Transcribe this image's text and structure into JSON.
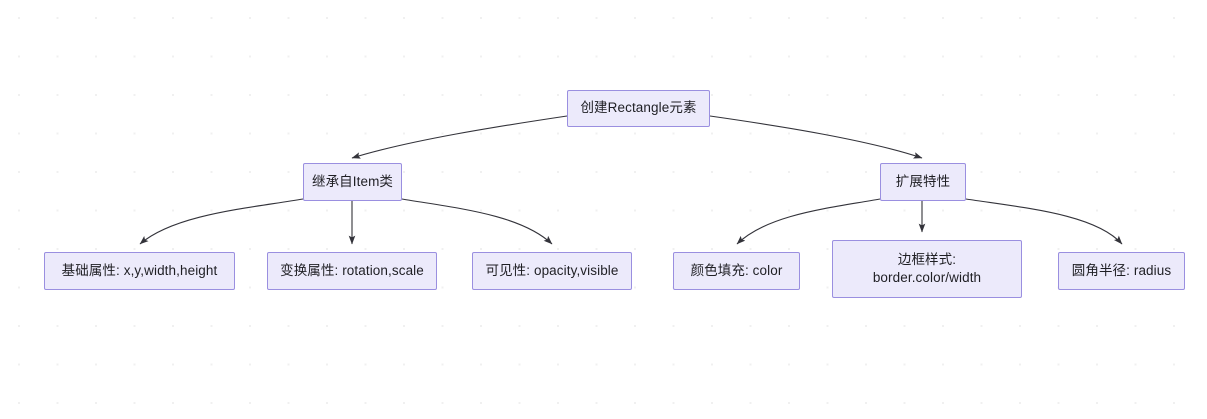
{
  "diagram": {
    "type": "flowchart-tree",
    "direction": "top-down",
    "nodes": {
      "root": {
        "label": "创建Rectangle元素"
      },
      "inherit": {
        "label": "继承自Item类"
      },
      "extend": {
        "label": "扩展特性"
      },
      "base_props": {
        "label": "基础属性: x,y,width,height"
      },
      "transform_props": {
        "label": "变换属性: rotation,scale"
      },
      "visibility_props": {
        "label": "可见性: opacity,visible"
      },
      "color_fill": {
        "label": "颜色填充: color"
      },
      "border_style": {
        "line1": "边框样式:",
        "line2": "border.color/width"
      },
      "corner_radius": {
        "label": "圆角半径: radius"
      }
    },
    "edges": [
      {
        "from": "root",
        "to": "inherit"
      },
      {
        "from": "root",
        "to": "extend"
      },
      {
        "from": "inherit",
        "to": "base_props"
      },
      {
        "from": "inherit",
        "to": "transform_props"
      },
      {
        "from": "inherit",
        "to": "visibility_props"
      },
      {
        "from": "extend",
        "to": "color_fill"
      },
      {
        "from": "extend",
        "to": "border_style"
      },
      {
        "from": "extend",
        "to": "corner_radius"
      }
    ],
    "colors": {
      "node_fill": "#ECEAFB",
      "node_border": "#9A8FE0",
      "edge_line": "#33333a",
      "text": "#1f1f24",
      "background": "#ffffff",
      "grid_dot": "#f0f0f0"
    }
  }
}
